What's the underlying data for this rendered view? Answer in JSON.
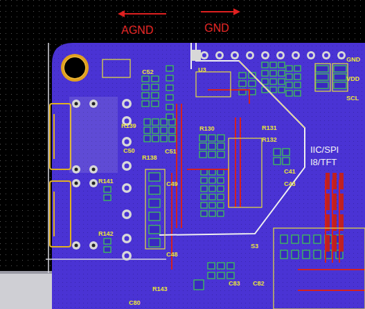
{
  "diagram": {
    "labels": [
      "AGND",
      "GND",
      "U3",
      "C52",
      "R139",
      "C50",
      "R138",
      "C51",
      "R130",
      "R131",
      "R132",
      "C41",
      "C43",
      "IIC/SPI",
      "I8/TFT",
      "C49",
      "R141",
      "R142",
      "C48",
      "S3",
      "C83",
      "C82",
      "C80",
      "R143",
      "GND",
      "VDD",
      "SCL"
    ]
  }
}
